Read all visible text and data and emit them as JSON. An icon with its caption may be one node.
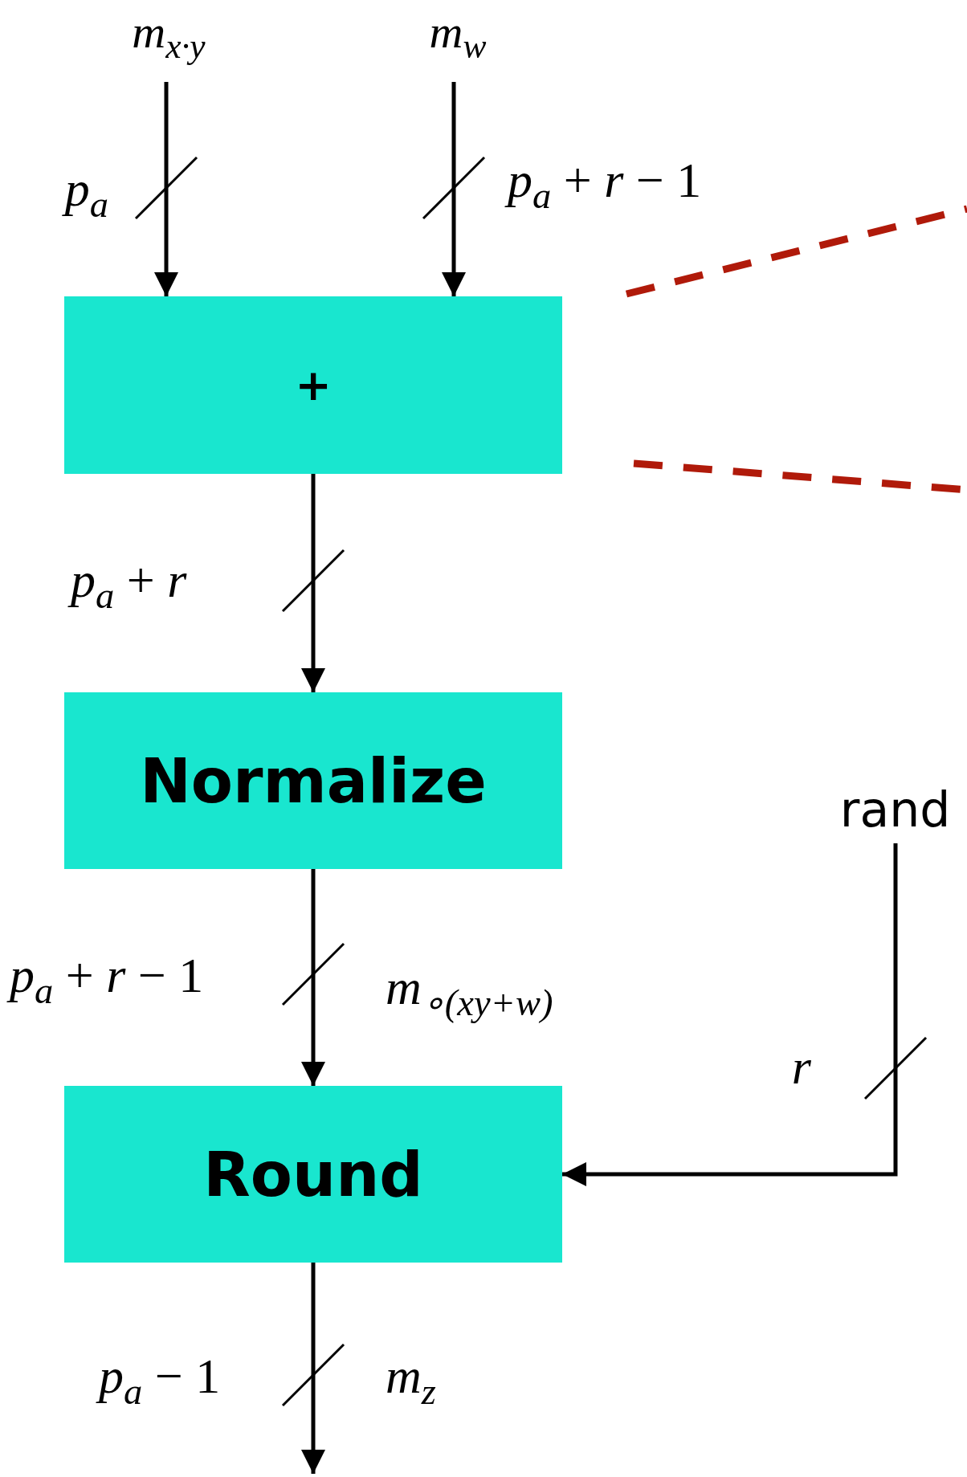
{
  "diagram": {
    "nodes": [
      {
        "text": [
          "*m*$_{x·y}$"
        ]
      },
      {
        "text": [
          "*m*$_{w}$"
        ]
      },
      {
        "text": [
          "+"
        ]
      },
      {
        "text": [
          "Normalize"
        ]
      },
      {
        "text": [
          "Round"
        ]
      },
      {
        "text": [
          "rand"
        ]
      }
    ],
    "edges": [
      {
        "from": 0,
        "to": 2,
        "arrow": "to"
      },
      {
        "from": 1,
        "to": 2,
        "arrow": "to"
      },
      {
        "from": 2,
        "to": 3,
        "arrow": "to"
      },
      {
        "from": 3,
        "to": 4,
        "arrow": "to"
      },
      {
        "from": 5,
        "to": 4,
        "arrow": "to"
      },
      {
        "from": 4,
        "to": null,
        "arrow": "to"
      }
    ],
    "labels": [
      "*p*$_{a}$",
      "*p*$_{a}$ + *r* − 1",
      "*p*$_{a}$ + *r*",
      "*p*$_{a}$ + *r* − 1",
      "*m*$_{∘(xy+w)}$",
      "*r*",
      "*p*$_{a}$ − 1",
      "*m*$_{z}$"
    ]
  }
}
